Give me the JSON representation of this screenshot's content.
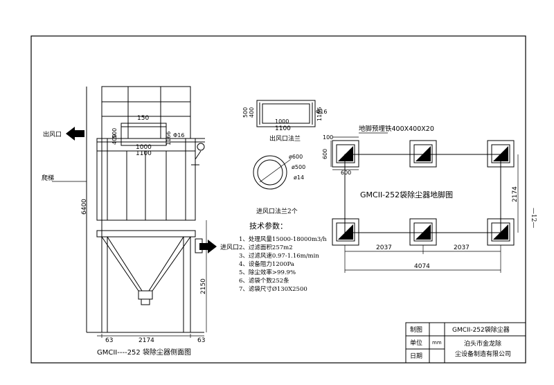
{
  "side_view": {
    "outlet_label": "出风口",
    "stair_label": "爬梯",
    "inlet_label": "进风口",
    "dim_150": "150",
    "dim_500": "500",
    "dim_400": "400",
    "dim_1000": "1000",
    "dim_1100": "1100",
    "dim_1166": "1166",
    "dim_phi16": "Φ16",
    "dim_6400": "6400",
    "dim_2150": "2150",
    "dim_63_left": "63",
    "dim_2174": "2174",
    "dim_63_right": "63",
    "caption": "GMCII----252 袋除尘器侧面图"
  },
  "outlet_flange": {
    "dim_500": "500",
    "dim_400": "400",
    "dim_1000": "1000",
    "dim_1100": "1100",
    "dim_1166": "1166",
    "dim_phi16": "Φ16",
    "caption": "出风口法兰"
  },
  "inlet_flange": {
    "dim_600": "ø600",
    "dim_500": "ø500",
    "dim_14": "ø14",
    "caption": "进风口法兰2个"
  },
  "tech_params": {
    "title": "技术参数：",
    "items": [
      "1、处理风量15000-18000m3/h",
      "2、过滤面积257m2",
      "3、过滤风速0.97-1.16m/min",
      "4、设备阻力1200Pa",
      "5、除尘效率>99.9%",
      "6、滤袋个数252条",
      "7、滤袋尺寸Ø130X2500"
    ]
  },
  "foundation_plan": {
    "anchor_label": "地脚预埋铁400X400X20",
    "dim_100": "100",
    "dim_600_v": "600",
    "dim_600_h": "600",
    "title": "GMCII-252袋除尘器地脚图",
    "dim_2174": "2174",
    "dim_2037_left": "2037",
    "dim_2037_right": "2037",
    "dim_4074": "4074"
  },
  "page_number": "—12—",
  "title_block": {
    "drawn_label": "制图",
    "unit_label": "单位",
    "unit_value": "mm",
    "date_label": "日期",
    "product": "GMCII-252袋除尘器",
    "company_line1": "泊头市金龙除",
    "company_line2": "尘设备制造有限公司"
  }
}
